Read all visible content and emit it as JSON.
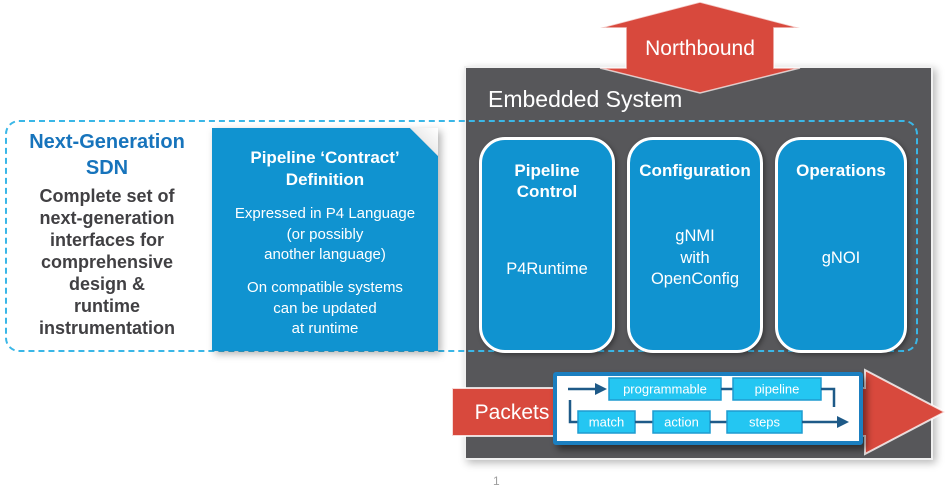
{
  "page": {
    "number": "1"
  },
  "left_panel": {
    "title_lines": [
      "Next-Generation",
      "SDN"
    ],
    "body_lines": [
      "Complete set of",
      "next-generation",
      "interfaces for",
      "comprehensive",
      "design &",
      "runtime",
      "instrumentation"
    ]
  },
  "contract_box": {
    "title_lines": [
      "Pipeline ‘Contract’",
      "Definition"
    ],
    "para1_lines": [
      "Expressed in P4 Language",
      "(or possibly",
      "another language)"
    ],
    "para2_lines": [
      "On compatible systems",
      "can be updated",
      "at runtime"
    ]
  },
  "northbound": {
    "label": "Northbound"
  },
  "embedded": {
    "title": "Embedded System",
    "cards": [
      {
        "title_lines": [
          "Pipeline",
          "Control"
        ],
        "body_lines": [
          "P4Runtime"
        ]
      },
      {
        "title_lines": [
          "Configuration"
        ],
        "body_lines": [
          "gNMI",
          "with",
          "OpenConfig"
        ]
      },
      {
        "title_lines": [
          "Operations"
        ],
        "body_lines": [
          "gNOI"
        ]
      }
    ]
  },
  "packets": {
    "label": "Packets"
  },
  "flow": {
    "row1": [
      "programmable",
      "pipeline"
    ],
    "row2": [
      "match",
      "action",
      "steps"
    ]
  },
  "colors": {
    "blue_box": "#1093d0",
    "cyan_small_box": "#24c6f2",
    "cyan_small_border": "#1e9cd0",
    "red_arrow": "#d8493d",
    "dark_gray_box": "#57575a",
    "dashed_outline": "#3ab7e7",
    "flow_line": "#1e5a88",
    "flow_frame_border": "#1b7fc0",
    "panel_title_blue": "#1774bc",
    "panel_text_gray": "#414043"
  }
}
